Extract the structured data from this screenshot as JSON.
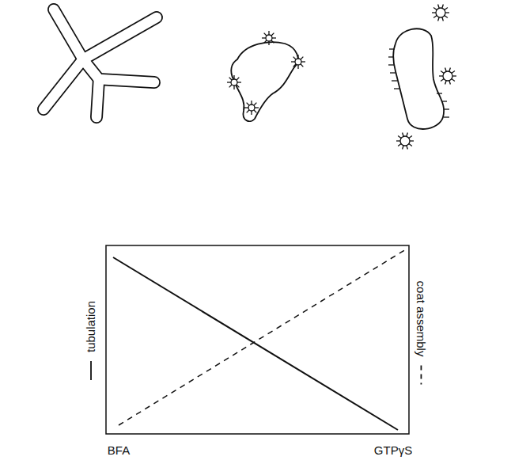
{
  "diagram": {
    "labels": [
      "BFA",
      "GTPγS"
    ],
    "legend": [
      {
        "text": "tubulation"
      },
      {
        "text": "coat assembly"
      }
    ]
  }
}
